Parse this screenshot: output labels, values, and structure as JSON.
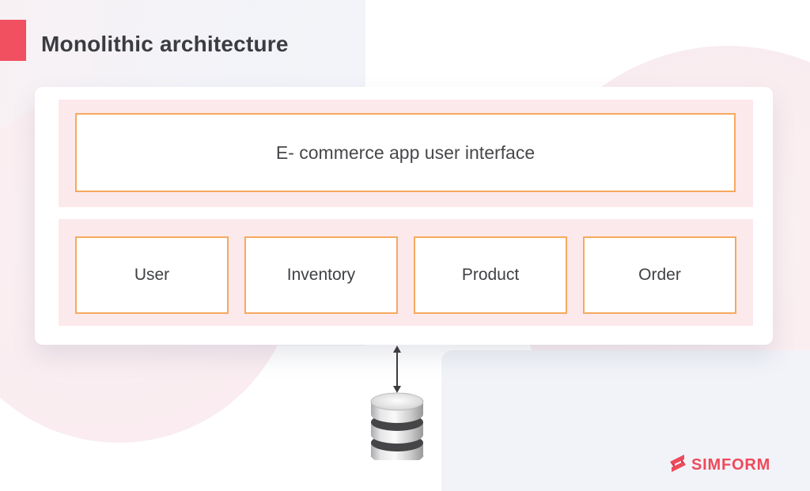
{
  "title": "Monolithic architecture",
  "diagram": {
    "ui_box_label": "E- commerce app user interface",
    "modules": [
      "User",
      "Inventory",
      "Product",
      "Order"
    ]
  },
  "logo": {
    "text": "SIMFORM"
  },
  "icons": {
    "database": "database-icon",
    "connector": "double-arrow-icon"
  },
  "colors": {
    "accent_red": "#F0505F",
    "logo_red": "#EE4A5B",
    "border_orange": "#F6A95D",
    "band_pink": "#FCE9EC",
    "background_blue_tint": "#F1F3F8",
    "background_pink_circle": "#F9EBEF",
    "text_dark": "#3F4144"
  }
}
